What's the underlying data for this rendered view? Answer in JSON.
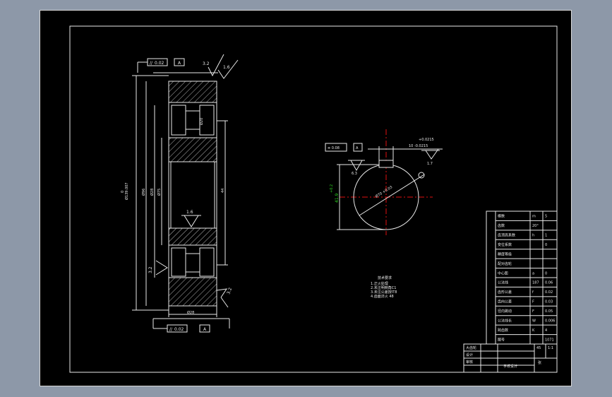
{
  "drawing": {
    "gear_section": {
      "tol_frame_top": {
        "symbol": "//",
        "value": "0.02",
        "datum": "A"
      },
      "tol_frame_bottom": {
        "symbol": "//",
        "value": "0.02",
        "datum": "A"
      },
      "roughness_top_1": "3.2",
      "roughness_top_2": "1.6",
      "roughness_mid": "1.6",
      "roughness_left": "3.2",
      "roughness_right": "3.2",
      "dim_outer": "Ø139.007",
      "dim_outer_tol": "0",
      "dim_root": "Ø96",
      "dim_bore": "Ø75",
      "dim_width": "Ø28",
      "dim_hub_len": "44",
      "dim_slot": "Ø20"
    },
    "hub_view": {
      "tol_label": "≡ 0.08",
      "datum": "A",
      "key_tol_upper": "+0.0215",
      "key_tol_lower": "10 -0.0215",
      "roughness_key": "1.7",
      "roughness_bore": "6.3",
      "bore_dim": "Ø70 +0.03",
      "keyway_dim": "41.9",
      "keyway_tol": "+0.2"
    },
    "notes": {
      "title": "技术要求",
      "lines": [
        "1.正火处理",
        "2.未注明倒角C1",
        "3.未注公差按IT8",
        "4.齿面淬火 48"
      ]
    },
    "param_table": {
      "rows": [
        [
          "模数",
          "m",
          "5"
        ],
        [
          "齿数",
          "20°",
          ""
        ],
        [
          "齿顶高系数",
          "h",
          "1"
        ],
        [
          "变位系数",
          "",
          "0"
        ],
        [
          "精度等级",
          "",
          ""
        ],
        [
          "配对齿轮",
          "",
          ""
        ],
        [
          "中心距",
          "a",
          "0"
        ],
        [
          "公法线",
          "187",
          "0.06"
        ],
        [
          "齿形公差",
          "f",
          "0.02"
        ],
        [
          "齿向公差",
          "F",
          "0.03"
        ],
        [
          "径向跳动",
          "F",
          "0.05"
        ],
        [
          "公法线长",
          "W",
          "0.006"
        ],
        [
          "跨齿数",
          "K",
          "4"
        ],
        [
          "图号",
          "",
          "1071"
        ]
      ]
    },
    "title_block": {
      "part_name": "大齿轮",
      "designer": "设计",
      "checker": "审核",
      "school": "学校设计",
      "material": "45",
      "scale": "1:1",
      "sheet": "张"
    }
  }
}
